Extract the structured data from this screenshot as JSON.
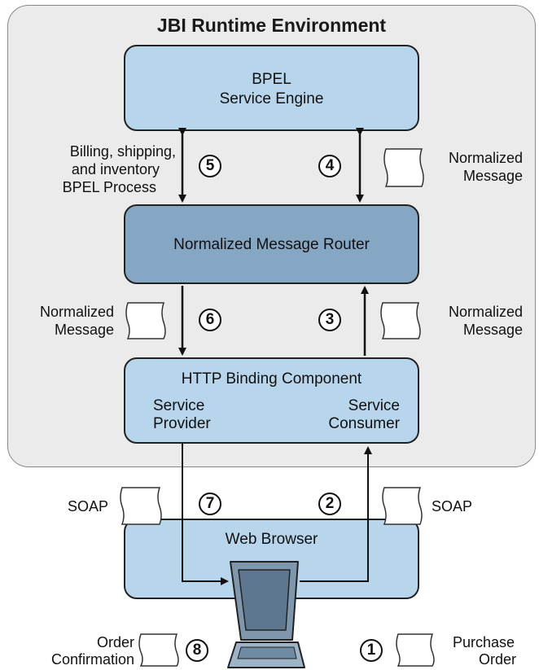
{
  "environment": {
    "title": "JBI Runtime Environment"
  },
  "components": {
    "bpel_engine": {
      "line1": "BPEL",
      "line2": "Service Engine"
    },
    "message_router": {
      "label": "Normalized Message Router"
    },
    "http_binding": {
      "title": "HTTP Binding Component",
      "provider_line1": "Service",
      "provider_line2": "Provider",
      "consumer_line1": "Service",
      "consumer_line2": "Consumer"
    },
    "web_browser": {
      "label": "Web Browser"
    }
  },
  "annotations": {
    "bpel_process": {
      "line1": "Billing, shipping,",
      "line2": "and inventory",
      "line3": "BPEL Process"
    },
    "normalized_message": {
      "line1": "Normalized",
      "line2": "Message"
    },
    "soap": "SOAP",
    "order_confirmation": {
      "line1": "Order",
      "line2": "Confirmation"
    },
    "purchase_order": {
      "line1": "Purchase",
      "line2": "Order"
    }
  },
  "steps": [
    "1",
    "2",
    "3",
    "4",
    "5",
    "6",
    "7",
    "8"
  ],
  "colors": {
    "environment_fill": "#ebebeb",
    "component_fill": "#b7d5eb",
    "router_fill": "#86a7c4",
    "message_icon_fill": "#ffffff",
    "laptop_fill": "#7f97ad"
  }
}
